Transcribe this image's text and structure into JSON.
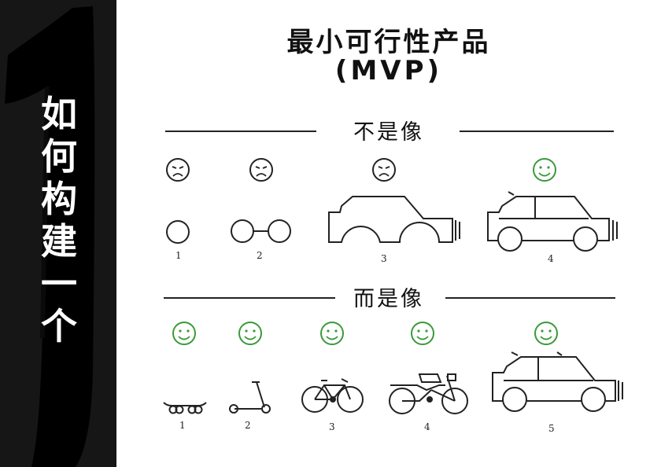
{
  "sidebar": {
    "big_number": "1",
    "vertical_chars": [
      "如",
      "何",
      "构",
      "建",
      "一",
      "个"
    ]
  },
  "title": {
    "line1": "最小可行性产品",
    "line2": "(MVP)"
  },
  "sections": {
    "not_like": {
      "label": "不是像",
      "items": [
        {
          "number": "1",
          "object": "wheel",
          "face": "sad"
        },
        {
          "number": "2",
          "object": "wheel-axle",
          "face": "sad"
        },
        {
          "number": "3",
          "object": "car-body",
          "face": "sad"
        },
        {
          "number": "4",
          "object": "car",
          "face": "happy"
        }
      ]
    },
    "but_like": {
      "label": "而是像",
      "items": [
        {
          "number": "1",
          "object": "skateboard",
          "face": "happy"
        },
        {
          "number": "2",
          "object": "scooter",
          "face": "happy"
        },
        {
          "number": "3",
          "object": "bicycle",
          "face": "happy"
        },
        {
          "number": "4",
          "object": "motorcycle",
          "face": "happy"
        },
        {
          "number": "5",
          "object": "car",
          "face": "happy"
        }
      ]
    }
  },
  "colors": {
    "sad": "#222222",
    "happy": "#3a9a3a",
    "sidebar_bg": "#161616",
    "brush": "#000000"
  }
}
